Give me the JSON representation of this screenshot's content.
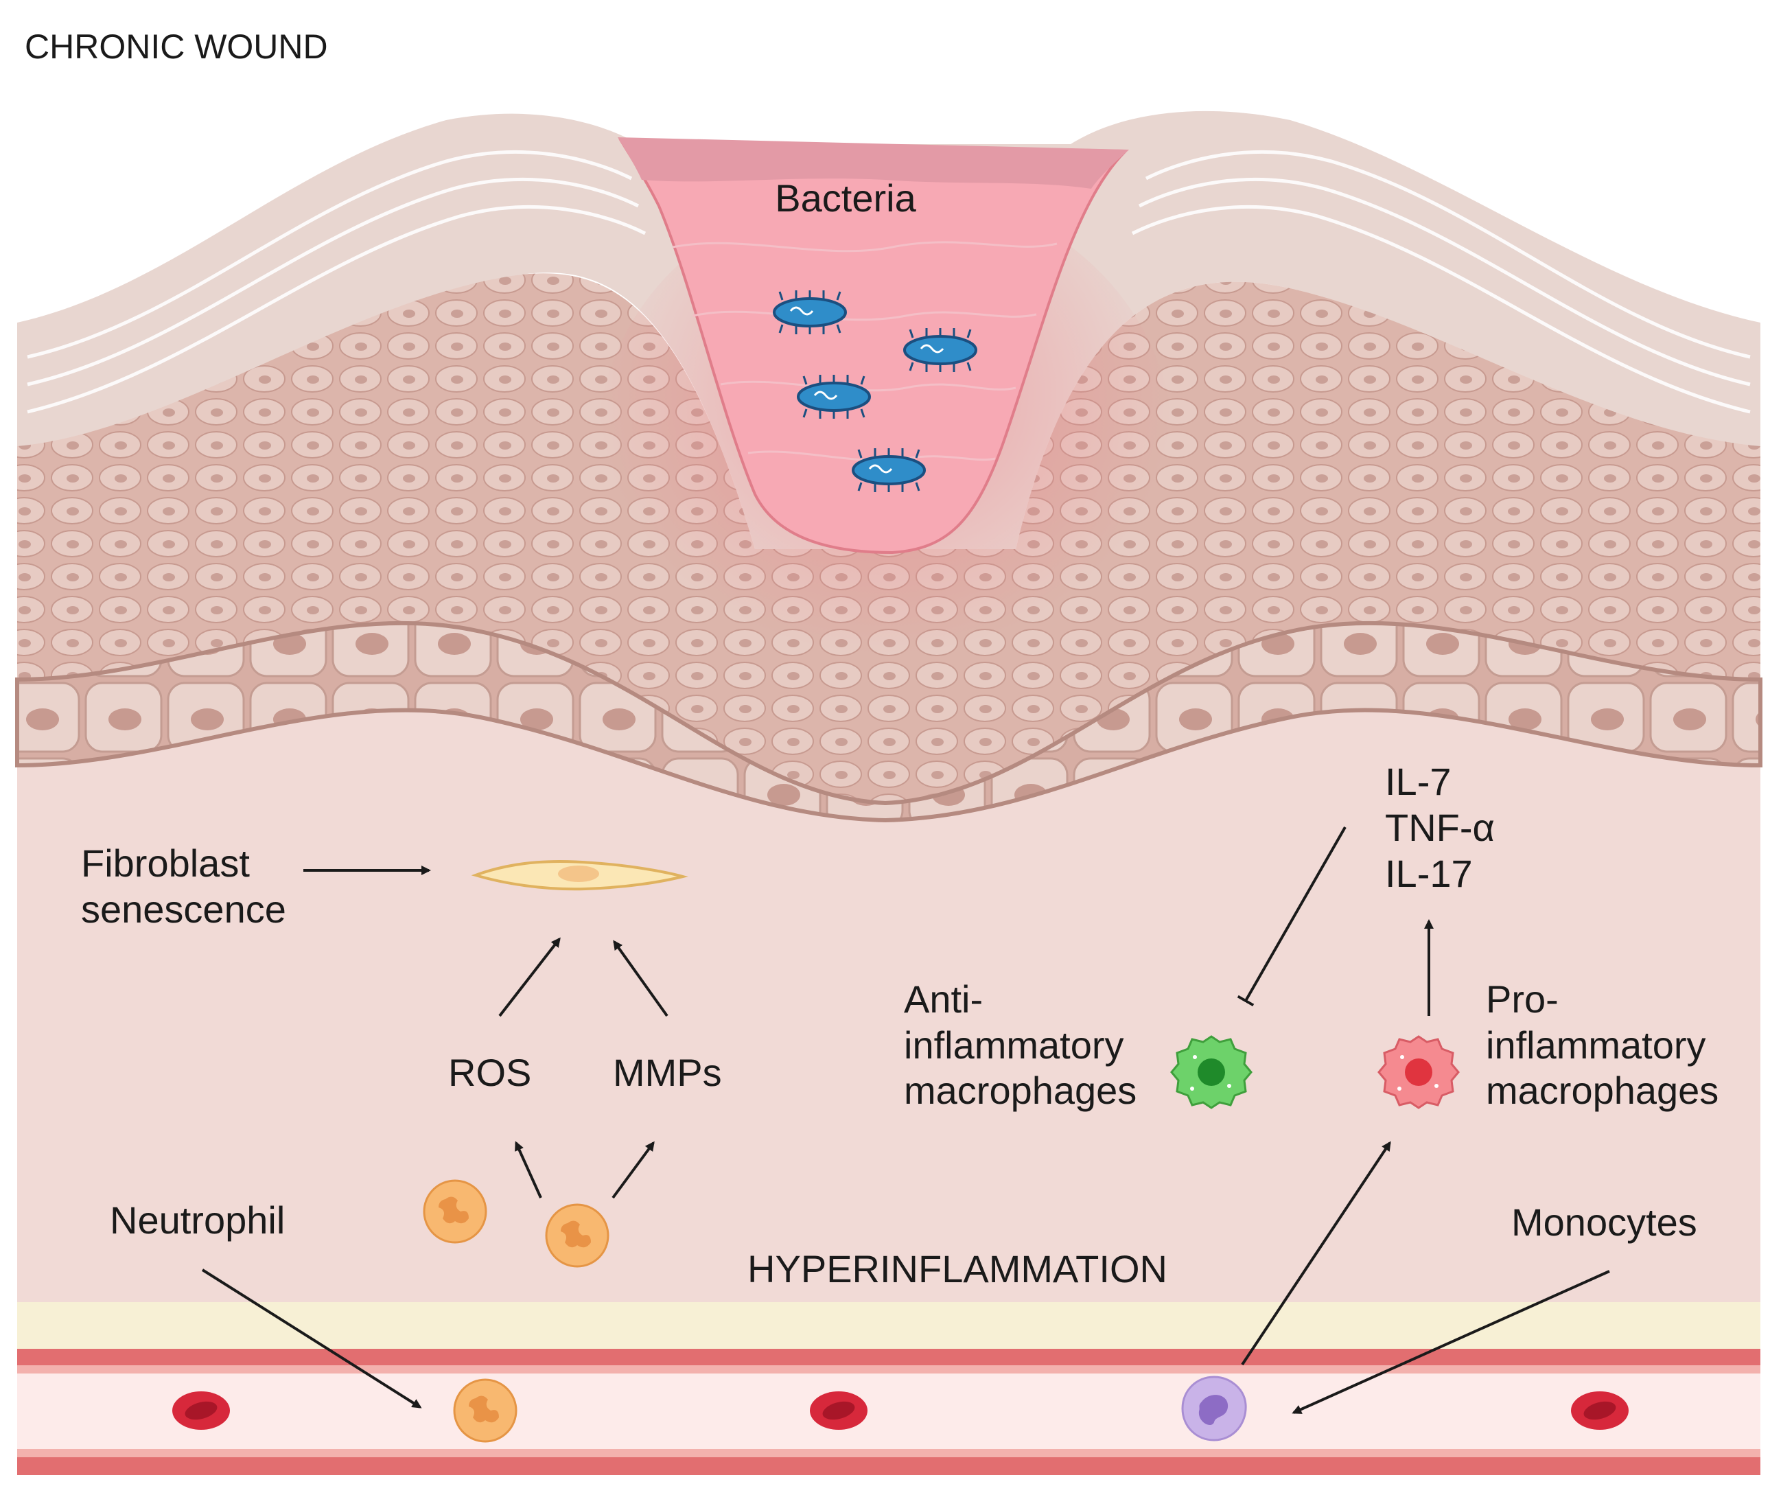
{
  "title": "CHRONIC WOUND",
  "labels": {
    "bacteria": "Bacteria",
    "fibroblast_line1": "Fibroblast",
    "fibroblast_line2": "senescence",
    "ros": "ROS",
    "mmps": "MMPs",
    "anti_line1": "Anti-",
    "anti_line2": "inflammatory",
    "anti_line3": "macrophages",
    "pro_line1": "Pro-",
    "pro_line2": "inflammatory",
    "pro_line3": "macrophages",
    "cytokines": [
      "IL-7",
      "TNF-α",
      "IL-17"
    ],
    "neutrophil": "Neutrophil",
    "monocytes": "Monocytes",
    "hyperinflammation": "HYPERINFLAMMATION"
  },
  "colors": {
    "stratum": "#e6d3cd",
    "epidermis": "#dcb5ab",
    "cell_outline": "#c79a90",
    "dermis": "#f1dad6",
    "wound_bed": "#f7a9b4",
    "wound_top": "#e39aa6",
    "bacteria": "#2f8dc9",
    "fibroblast": "#fbe7b5",
    "neutrophil": "#f8b870",
    "anti_macrophage": "#6dd26a",
    "pro_macrophage": "#f58a90",
    "monocyte": "#c9b3e8",
    "rbc": "#d7283b",
    "vessel_wall": "#e26e70",
    "vessel_lumen": "#fdebea",
    "vessel_fat": "#f7f0d5"
  },
  "icons": [
    "bacteria-icon",
    "fibroblast-icon",
    "neutrophil-icon",
    "anti-inflammatory-macrophage-icon",
    "pro-inflammatory-macrophage-icon",
    "monocyte-icon",
    "red-blood-cell-icon"
  ]
}
